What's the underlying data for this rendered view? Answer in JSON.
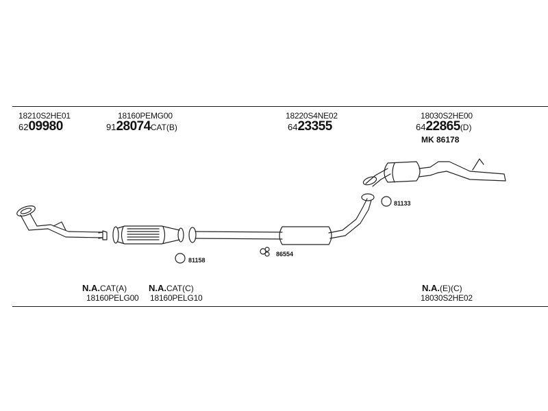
{
  "top_parts": [
    {
      "code": "18210S2HE01",
      "prefix": "62",
      "number": "09980",
      "suffix": ""
    },
    {
      "code": "18160PEMG00",
      "prefix": "91",
      "number": "28074",
      "suffix": "CAT(B)"
    },
    {
      "code": "18220S4NE02",
      "prefix": "64",
      "number": "23355",
      "suffix": ""
    },
    {
      "code": "18030S2HE00",
      "prefix": "64",
      "number": "22865",
      "suffix": "(D)"
    }
  ],
  "mk_label": "MK  86178",
  "small_parts": [
    "81133",
    "81158",
    "86554"
  ],
  "bottom_parts": [
    {
      "na": "N.A.",
      "note": "CAT(A)",
      "code": "18160PELG00"
    },
    {
      "na": "N.A.",
      "note": "CAT(C)",
      "code": "18160PELG10"
    },
    {
      "na": "N.A.",
      "note": "(E)(C)",
      "code": "18030S2HE02"
    }
  ]
}
